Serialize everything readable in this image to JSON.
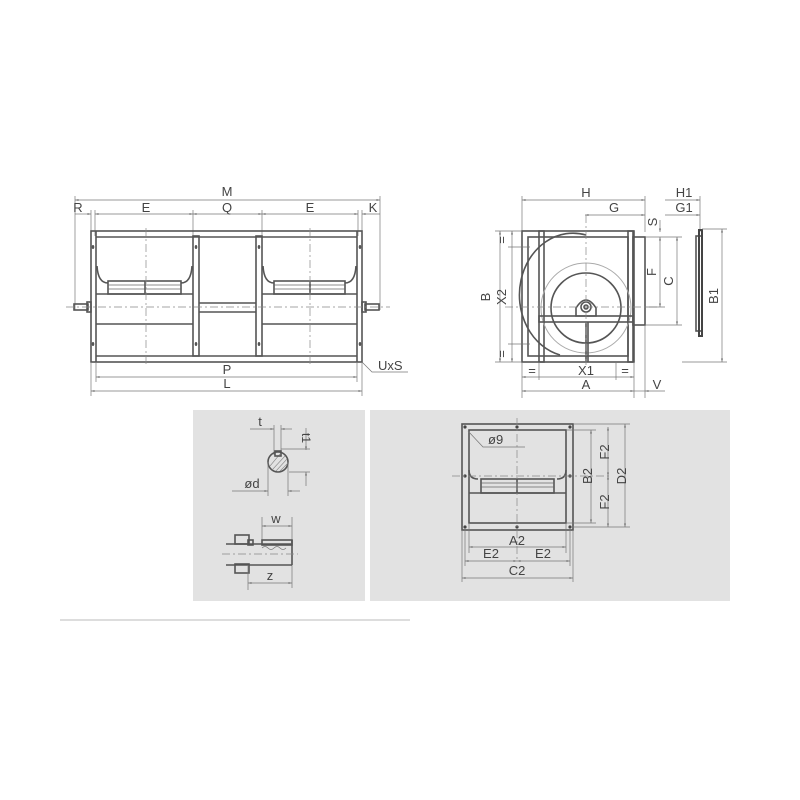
{
  "drawing": {
    "front_view": {
      "labels": {
        "M": "M",
        "R": "R",
        "E_left": "E",
        "Q": "Q",
        "E_right": "E",
        "K": "K",
        "P": "P",
        "L": "L",
        "UxS": "UxS"
      }
    },
    "side_view": {
      "labels": {
        "H": "H",
        "G": "G",
        "S": "S",
        "H1": "H1",
        "G1": "G1",
        "B": "B",
        "X2": "X2",
        "eq_top": "=",
        "eq_bottom": "=",
        "F": "F",
        "C": "C",
        "B1": "B1",
        "eq_left": "=",
        "X1": "X1",
        "eq_right": "=",
        "A": "A",
        "V": "V"
      }
    },
    "shaft_detail": {
      "labels": {
        "t": "t",
        "t1": "t1",
        "d": "ød",
        "w": "w",
        "z": "z"
      }
    },
    "outlet_flange": {
      "labels": {
        "hole": "ø9",
        "B2": "B2",
        "F2_top": "F2",
        "F2_bottom": "F2",
        "D2": "D2",
        "A2": "A2",
        "E2_left": "E2",
        "E2_right": "E2",
        "C2": "C2"
      }
    },
    "colors": {
      "background": "#ffffff",
      "panel": "#e2e2e2",
      "line": "#555555",
      "dimension": "#777777"
    }
  }
}
